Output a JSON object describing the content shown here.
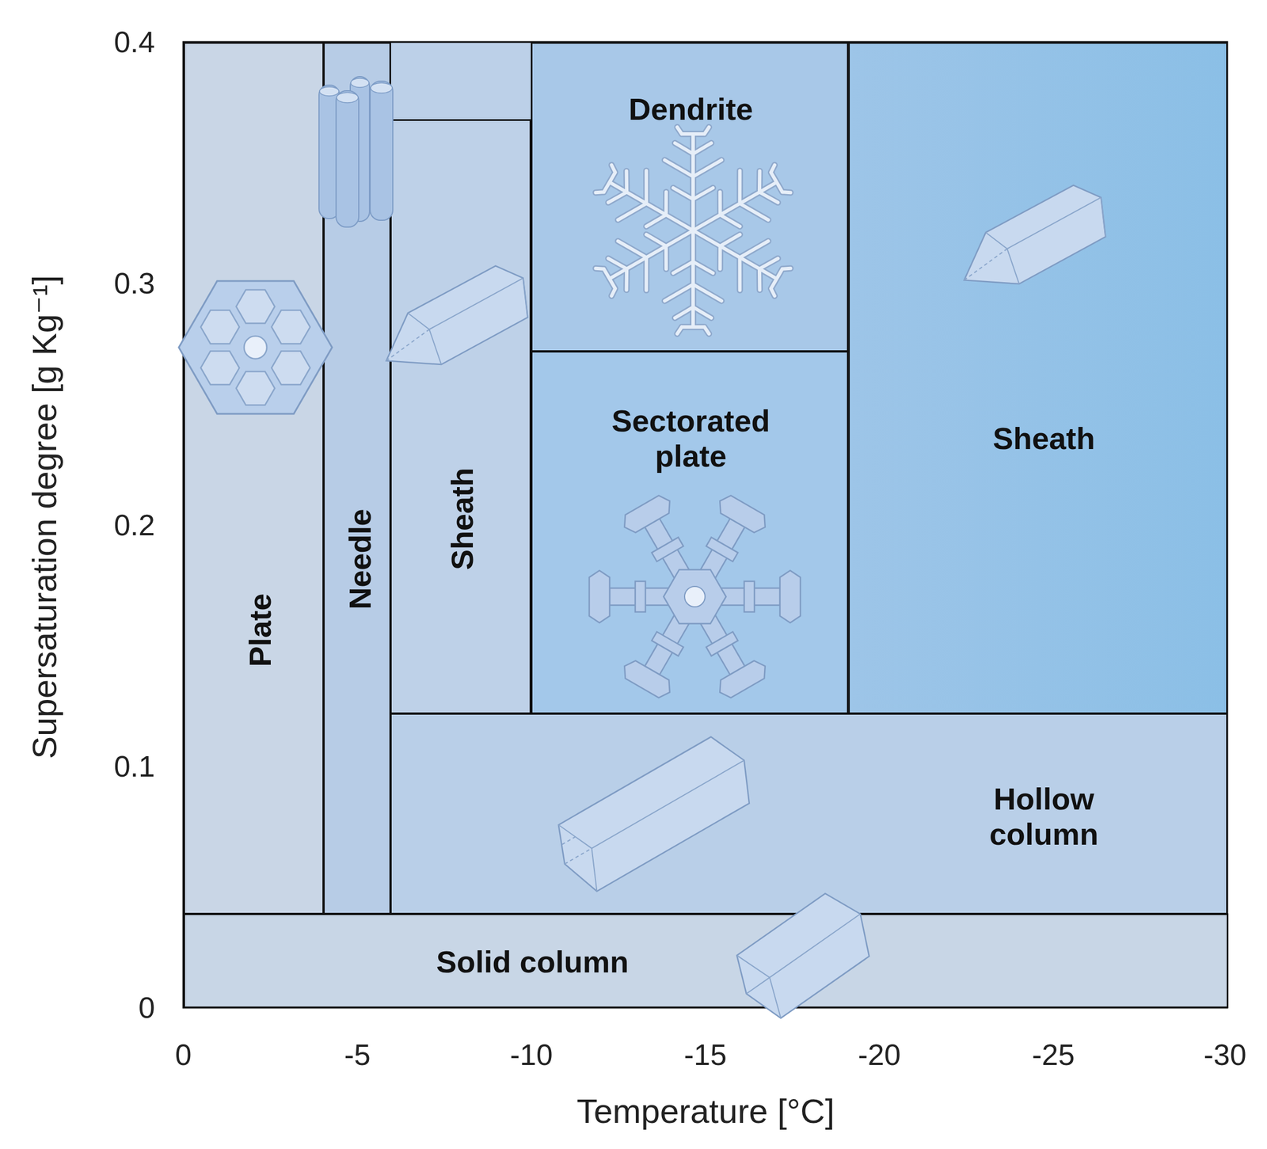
{
  "diagram": {
    "nodes": [
      {
        "text": [
          "Plate"
        ]
      },
      {
        "text": [
          "Needle"
        ]
      },
      {
        "text": [
          "Sheath"
        ]
      },
      {
        "text": [
          "Dendrite"
        ]
      },
      {
        "text": [
          "Sectorated plate"
        ]
      },
      {
        "text": [
          "Sheath"
        ]
      },
      {
        "text": [
          "Hollow column"
        ]
      },
      {
        "text": [
          "Solid column"
        ]
      }
    ],
    "labels": [
      "0.4",
      "0.3",
      "0.2",
      "0.1",
      "0",
      "0",
      "-5",
      "-10",
      "-15",
      "-20",
      "-25",
      "-30",
      "Temperature [°C]",
      "Supersaturation degree [g Kg⁻¹]"
    ]
  }
}
